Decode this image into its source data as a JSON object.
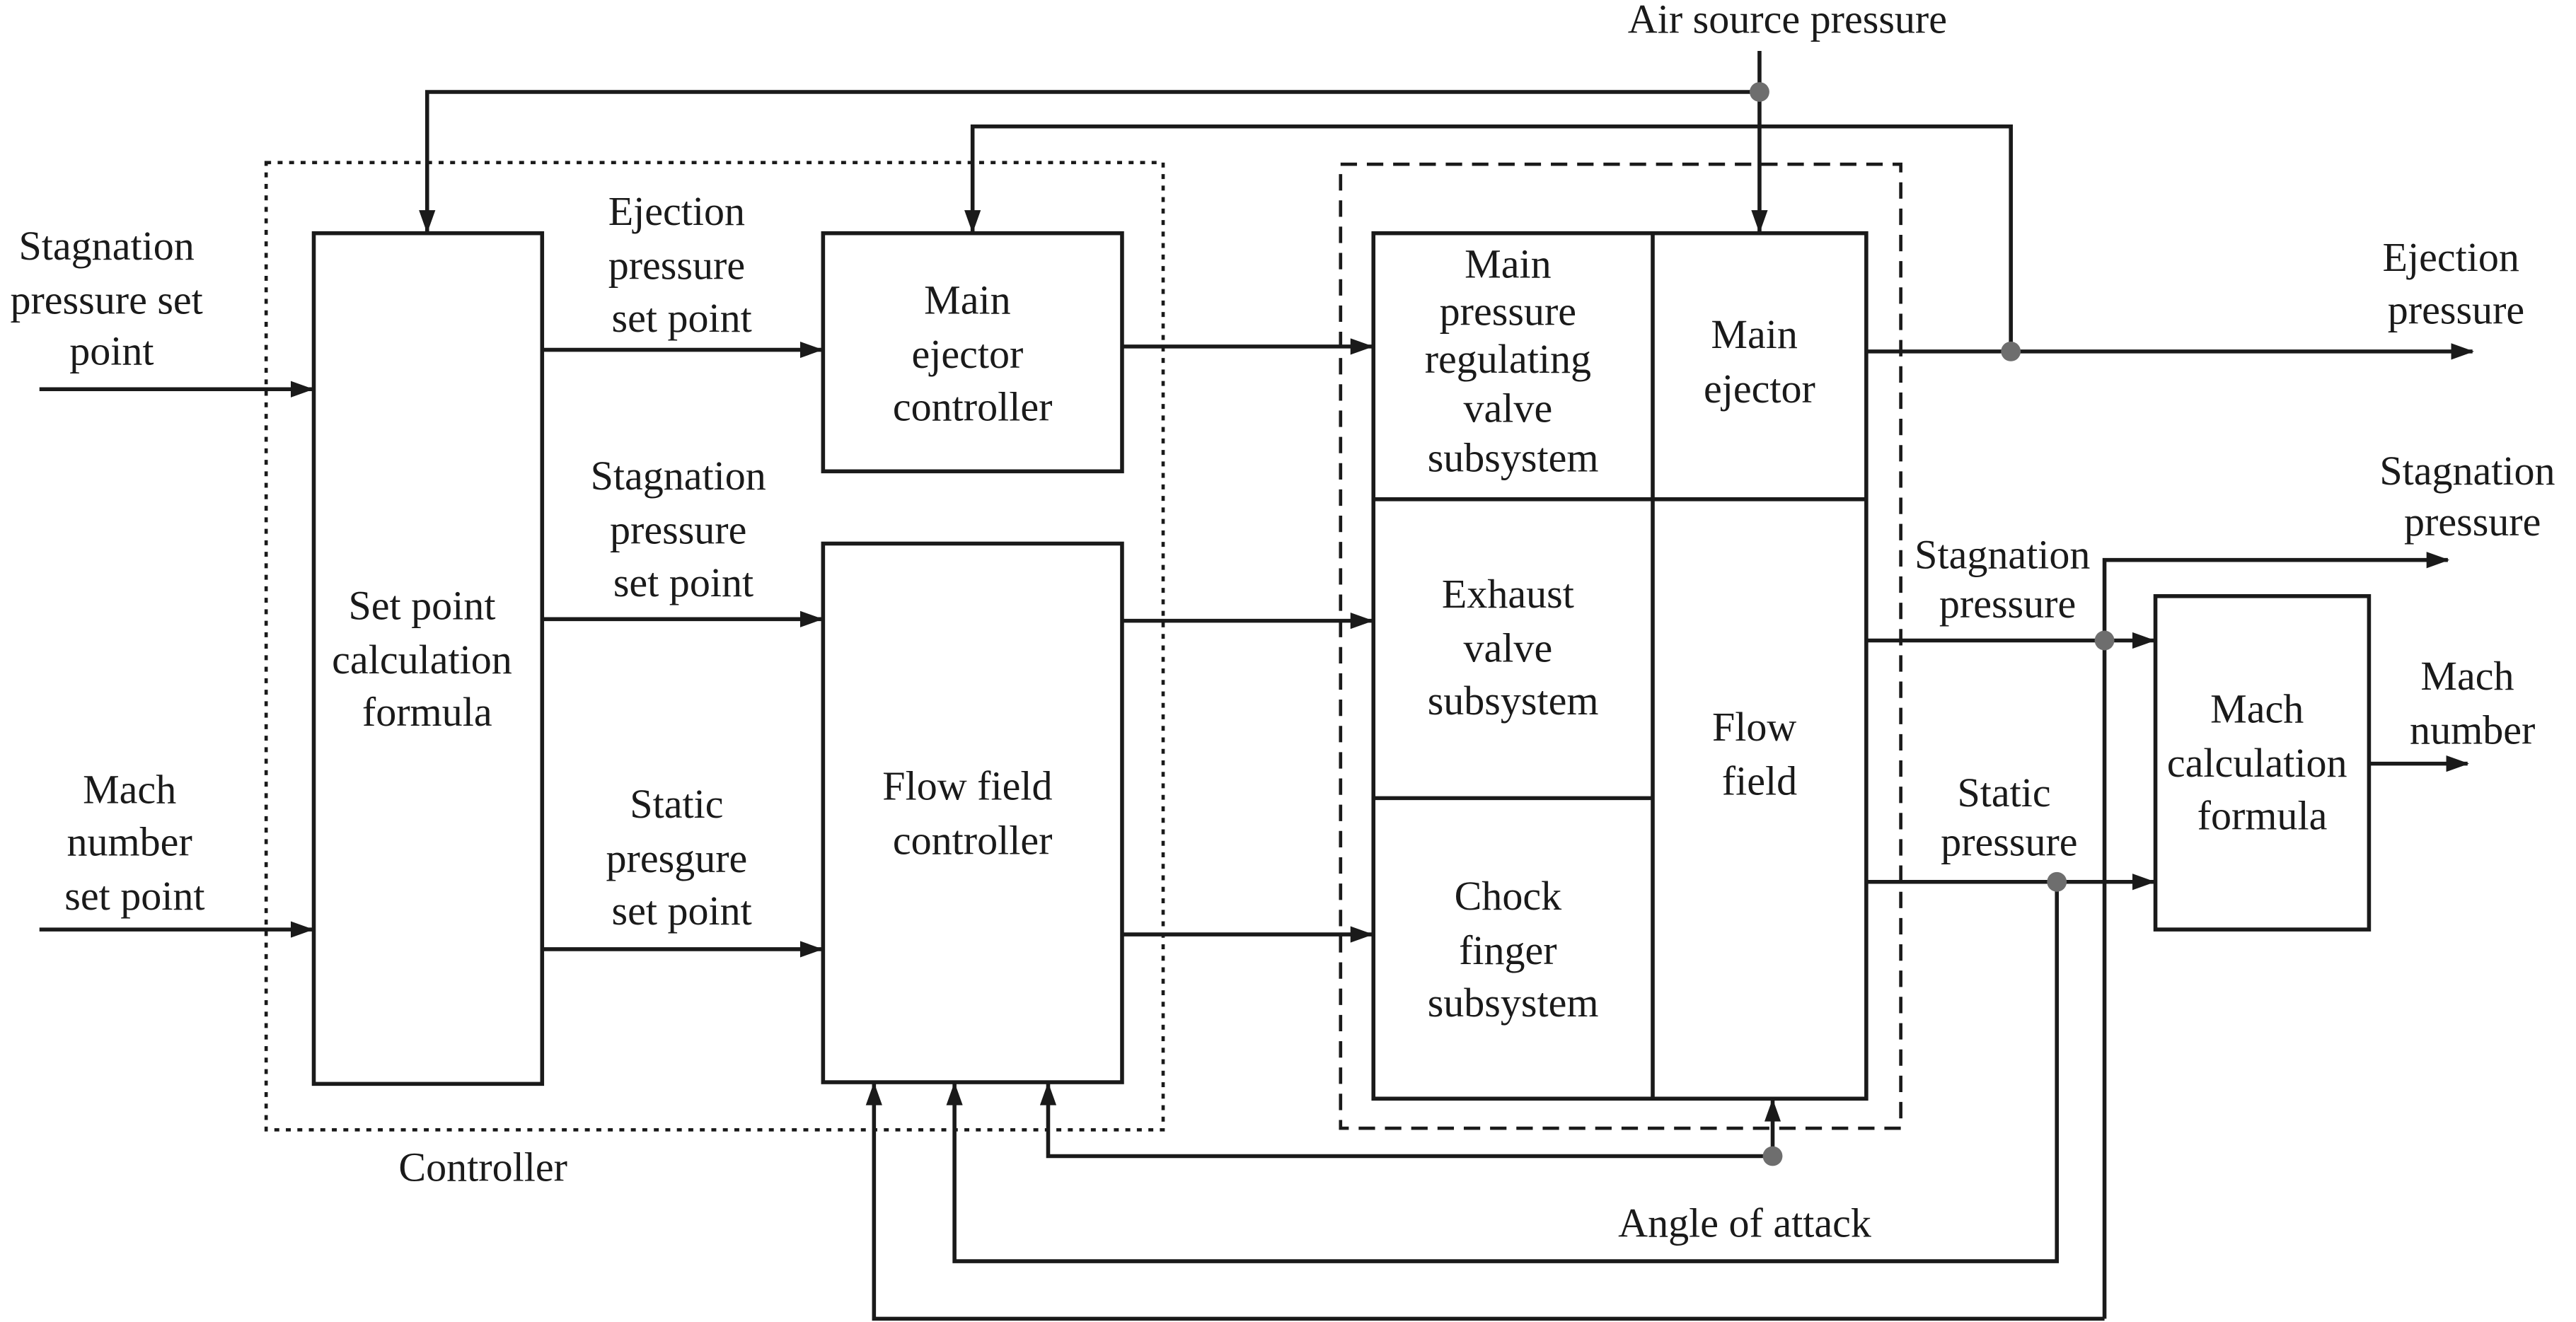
{
  "title": "Control system block diagram",
  "colors": {
    "line": "#1a1a1a",
    "junction": "#6e6e6e",
    "background": "#ffffff"
  },
  "inputs": {
    "stagnation_setpoint": [
      "Stagnation",
      "pressure set",
      "point"
    ],
    "mach_setpoint": [
      "Mach",
      "number",
      "set point"
    ],
    "air_source": "Air source pressure",
    "angle_of_attack": "Angle of attack"
  },
  "controller_group": {
    "label": "Controller"
  },
  "blocks": {
    "setpoint_calc": [
      "Set point",
      "calculation",
      "formula"
    ],
    "main_ejector_controller": [
      "Main",
      "ejector",
      "controller"
    ],
    "flow_field_controller": [
      "Flow field",
      "controller"
    ],
    "main_pressure_valve": [
      "Main",
      "pressure",
      "regulating",
      "valve",
      "subsystem"
    ],
    "main_ejector": [
      "Main",
      "ejector"
    ],
    "exhaust_valve": [
      "Exhaust",
      "valve",
      "subsystem"
    ],
    "flow_field": [
      "Flow",
      "field"
    ],
    "chock_finger": [
      "Chock",
      "finger",
      "subsystem"
    ],
    "mach_calc": [
      "Mach",
      "calculation",
      "formula"
    ]
  },
  "signals": {
    "ejection_setpoint": [
      "Ejection",
      "pressure",
      "set point"
    ],
    "stagnation_setpoint": [
      "Stagnation",
      "pressure",
      "set point"
    ],
    "static_setpoint": [
      "Static",
      "presgure",
      "set point"
    ],
    "stagnation_pressure_inner": [
      "Stagnation",
      "pressure"
    ],
    "static_pressure_inner": [
      "Static",
      "pressure"
    ]
  },
  "outputs": {
    "ejection_pressure": [
      "Ejection",
      "pressure"
    ],
    "stagnation_pressure": [
      "Stagnation",
      "pressure"
    ],
    "mach_number": [
      "Mach",
      "number"
    ]
  }
}
